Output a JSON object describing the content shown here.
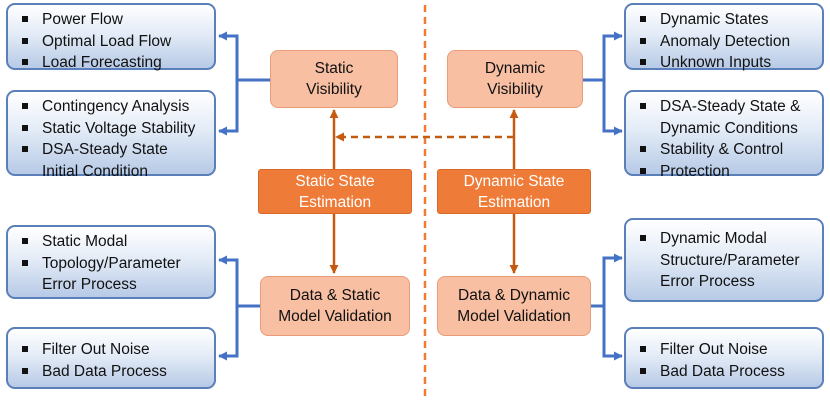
{
  "left": {
    "box_power": {
      "items": [
        "Power Flow",
        "Optimal Load Flow",
        "Load Forecasting"
      ]
    },
    "box_contingency": {
      "items": [
        "Contingency Analysis",
        "Static Voltage Stability",
        "DSA-Steady State",
        "Initial Condition"
      ]
    },
    "box_static_modal": {
      "items": [
        "Static Modal",
        "Topology/Parameter",
        "Error Process"
      ]
    },
    "box_filter": {
      "items": [
        "Filter Out Noise",
        "Bad Data Process"
      ]
    },
    "visibility": {
      "line1": "Static",
      "line2": "Visibility"
    },
    "estimation": {
      "line1": "Static State",
      "line2": "Estimation"
    },
    "validation": {
      "line1": "Data & Static",
      "line2": "Model Validation"
    }
  },
  "right": {
    "box_dynamic_states": {
      "items": [
        "Dynamic States",
        "Anomaly Detection",
        "Unknown Inputs"
      ]
    },
    "box_dsa": {
      "items": [
        "DSA-Steady State &",
        "Dynamic Conditions",
        "Stability & Control",
        "Protection"
      ]
    },
    "box_dynamic_modal": {
      "items": [
        "Dynamic Modal",
        "Structure/Parameter",
        "Error Process"
      ]
    },
    "box_filter": {
      "items": [
        "Filter Out Noise",
        "Bad Data Process"
      ]
    },
    "visibility": {
      "line1": "Dynamic",
      "line2": "Visibility"
    },
    "estimation": {
      "line1": "Dynamic State",
      "line2": "Estimation"
    },
    "validation": {
      "line1": "Data & Dynamic",
      "line2": "Model Validation"
    }
  },
  "colors": {
    "blue_border": "#5b7fb8",
    "blue_connector": "#4472c4",
    "orange_dark": "#ee7b37",
    "orange_light": "#f8bfa3",
    "arrow_brown": "#c55a11"
  }
}
